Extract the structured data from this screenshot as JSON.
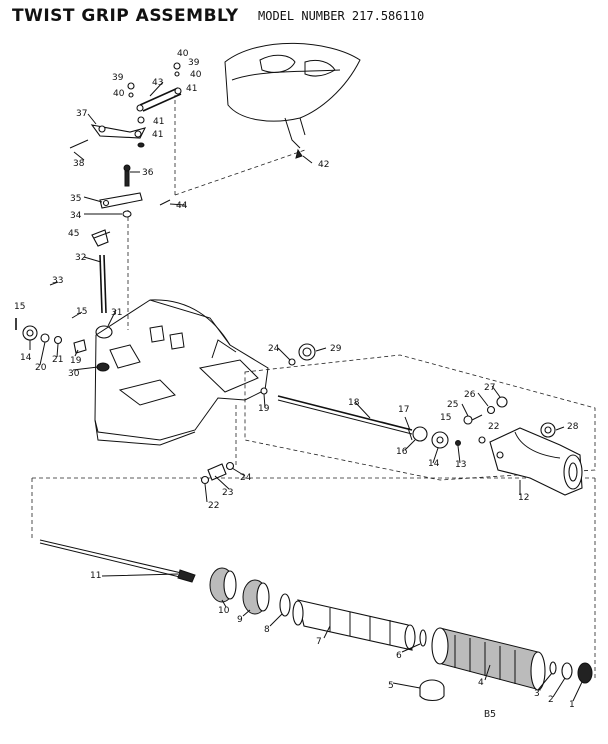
{
  "title": "TWIST GRIP ASSEMBLY",
  "model": "MODEL NUMBER 217.586110",
  "page_code": "B5",
  "callouts": [
    "1",
    "2",
    "3",
    "4",
    "5",
    "6",
    "7",
    "8",
    "9",
    "10",
    "11",
    "12",
    "13",
    "14",
    "15",
    "16",
    "17",
    "18",
    "19",
    "20",
    "21",
    "22",
    "23",
    "24",
    "25",
    "26",
    "27",
    "28",
    "29",
    "30",
    "31",
    "32",
    "33",
    "34",
    "35",
    "36",
    "37",
    "38",
    "39",
    "40",
    "41",
    "42",
    "43",
    "44",
    "45"
  ],
  "callout_repeats": [
    "14",
    "15",
    "15",
    "19",
    "22",
    "24",
    "39",
    "40",
    "40",
    "41",
    "41"
  ]
}
